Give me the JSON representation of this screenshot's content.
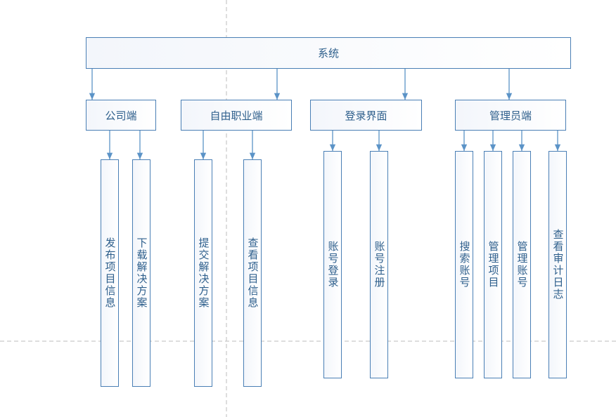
{
  "root": {
    "label": "系统"
  },
  "modules": [
    {
      "label": "公司端",
      "children": [
        "发布项目信息",
        "下载解决方案"
      ]
    },
    {
      "label": "自由职业端",
      "children": [
        "提交解决方案",
        "查看项目信息"
      ]
    },
    {
      "label": "登录界面",
      "children": [
        "账号登录",
        "账号注册"
      ]
    },
    {
      "label": "管理员端",
      "children": [
        "搜索账号",
        "管理项目",
        "管理账号",
        "查看审计日志"
      ]
    }
  ],
  "colors": {
    "border": "#4a7fb5",
    "text": "#2e5f8c",
    "arrow": "#5b93c7",
    "guide": "#bdbdbd"
  }
}
